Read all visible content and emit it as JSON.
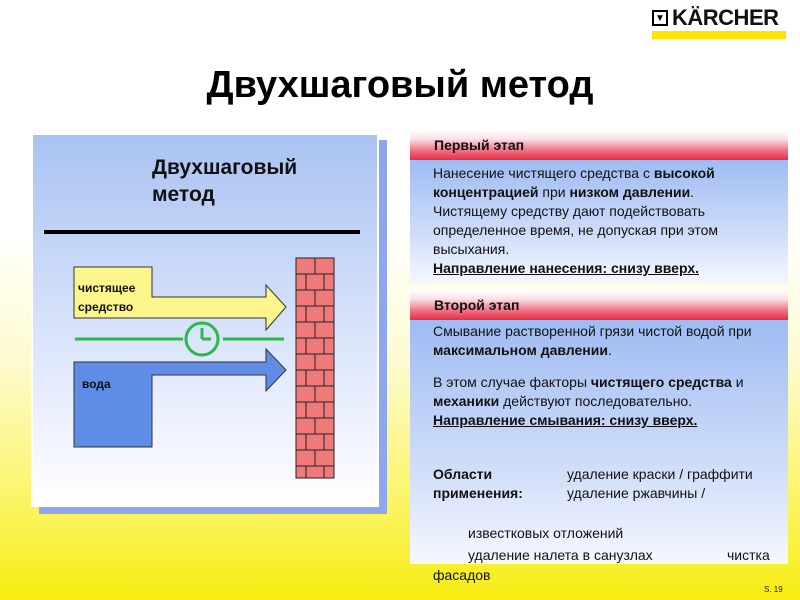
{
  "brand": {
    "logo": "KÄRCHER",
    "color_yellow": "#ffe200"
  },
  "title": "Двухшаговый метод",
  "diagram": {
    "title_line1": "Двухшаговый",
    "title_line2": "метод",
    "agent_line1": "чистящее",
    "agent_line2": "средство",
    "water_label": "вода",
    "timer_icon": "clock-icon",
    "wall_icon": "brick-wall-icon"
  },
  "step1": {
    "header": "Первый этап",
    "p1_a": "Нанесение чистящего средства с ",
    "p1_b": "высокой концентрацией",
    "p1_c": " при ",
    "p1_d": "низком давлении",
    "p1_e": ".",
    "p2": "Чистящему средству дают подействовать определенное время, не допуская при этом высыхания.",
    "p3": "Направление нанесения: снизу вверх."
  },
  "step2": {
    "header": "Второй этап",
    "p1_a": "Смывание растворенной грязи чистой водой при ",
    "p1_b": "максимальном давлении",
    "p1_c": ".",
    "p2_a": "В этом случае факторы ",
    "p2_b": "чистящего средства",
    "p2_c": " и ",
    "p2_d": "механики",
    "p2_e": " действуют последовательно.",
    "p3": "Направление смывания: снизу вверх."
  },
  "applications": {
    "label_line1": "Области",
    "label_line2": "применения:",
    "item1": "удаление краски / граффити",
    "item2": "удаление ржавчины /",
    "item3": "известковых отложений",
    "item4": "удаление налета в санузлах",
    "item5": "чистка",
    "item6": "фасадов"
  },
  "slide_number": "S. 19",
  "colors": {
    "red_band": "#ea2a40",
    "blue_panel": "#9fbbf2",
    "arrow_blue": "#5f8ce6",
    "arrow_yellow": "#fbf58c",
    "timer_green": "#2fb84a",
    "brick": "#f07a7a"
  }
}
